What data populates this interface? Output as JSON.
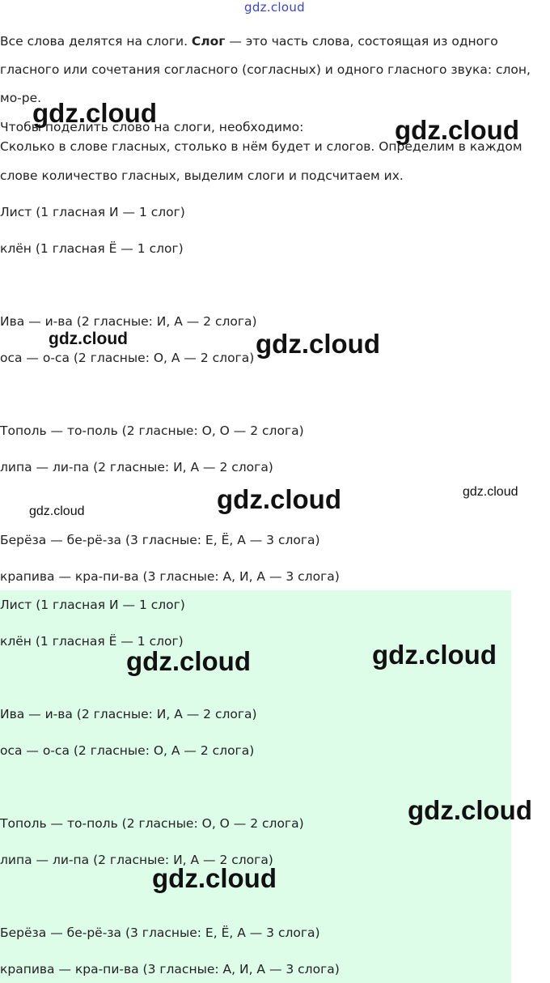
{
  "watermark_text": "gdz.cloud",
  "intro": {
    "before_bold": "Все слова делятся на слоги. ",
    "bold": "Слог",
    "after_bold": " — это часть слова, состоящая из одного гласного или сочетания согласного (согласных) и одного гласного звука: слон, мо-ре."
  },
  "instruction": {
    "line1": "Чтобы поделить слово на слоги, необходимо:",
    "line2": "Сколько в слове гласных, столько в нём будет и слогов. Определим в каждом",
    "line3": "слове количество гласных, выделим слоги и подсчитаем их."
  },
  "answer": [
    "Лист (1 гласная И — 1 слог)",
    "клён (1 гласная Ё — 1 слог)",
    "Ива — и-ва (2 гласные: И, А — 2 слога)",
    "оса — о-са (2 гласные: О, А — 2 слога)",
    "Тополь — то-поль (2 гласные: О, О — 2 слога)",
    "липа — ли-па (2 гласные: И, А — 2 слога)",
    "Берёза — бе-рё-за (3 гласные: Е, Ё, А — 3 слога)",
    "крапива — кра-пи-ва (3 гласные: А, И, А — 3 слога)"
  ],
  "answer_highlighted": [
    "Лист (1 гласная И — 1 слог)",
    "клён (1 гласная Ё — 1 слог)",
    "Ива — и-ва (2 гласные: И, А — 2 слога)",
    "оса — о-са (2 гласные: О, А — 2 слога)",
    "Тополь — то-поль (2 гласные: О, О — 2 слога)",
    "липа — ли-па (2 гласные: И, А — 2 слога)",
    "Берёза — бе-рё-за (3 гласные: Е, Ё, А — 3 слога)",
    "крапива — кра-пи-ва (3 гласные: А, И, А — 3 слога)"
  ],
  "colors": {
    "highlight_background": "#ddfde8",
    "text": "#222222",
    "watermark_top": "#3b45c8"
  }
}
